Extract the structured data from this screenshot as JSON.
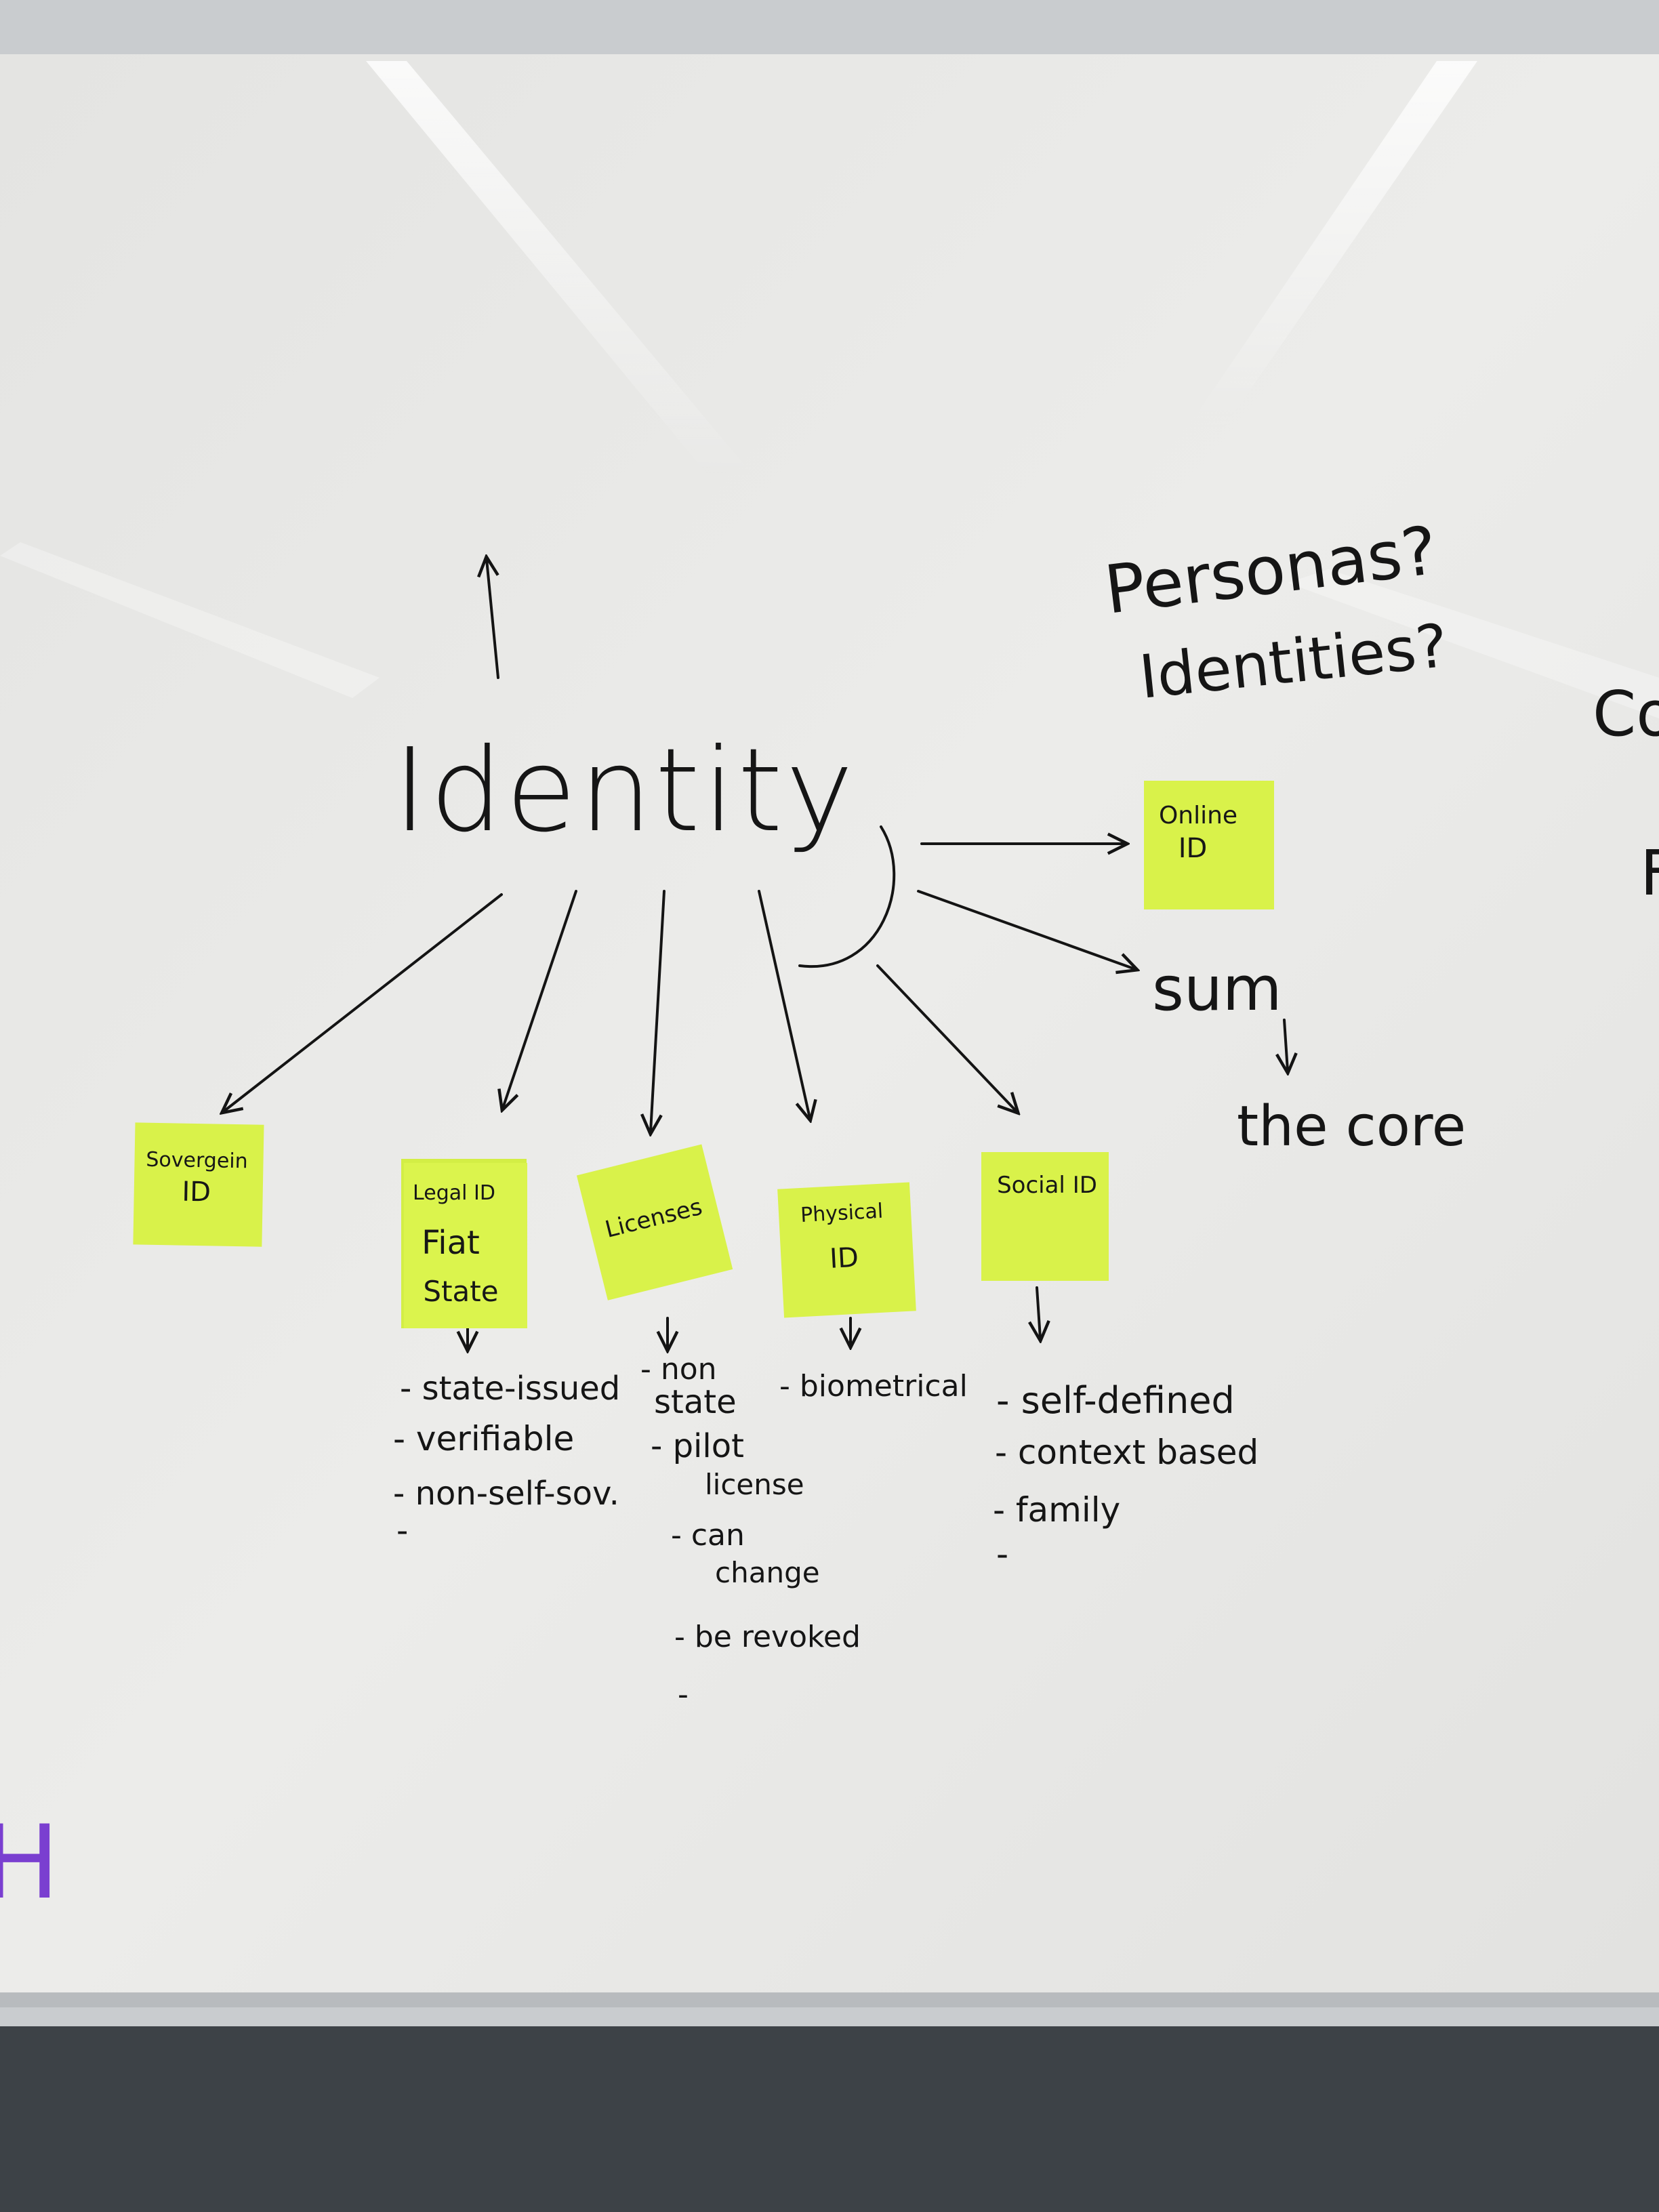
{
  "board": {
    "surface_color": "#ececec",
    "frame_color": "#c9cccf",
    "wall_color": "#3d4247",
    "note_color": "#d9f24a",
    "marker_color": "#141414",
    "accent_marker_color": "#7a3fd0"
  },
  "center": {
    "label": "Identity"
  },
  "side_questions": {
    "line1": "Personas?",
    "line2": "Identities?"
  },
  "right_fragments": {
    "a": "Co",
    "b": "F"
  },
  "left_fragment": "H",
  "sum": {
    "label": "sum",
    "result": "the core"
  },
  "notes": {
    "sovereign": {
      "line1": "Sovergein",
      "line2": "ID"
    },
    "legal": {
      "line1": "Legal ID",
      "line2": "Fiat",
      "line3": "State"
    },
    "licenses": {
      "line1": "Licenses"
    },
    "physical": {
      "line1": "Physical",
      "line2": "ID"
    },
    "social": {
      "line1": "Social ID"
    },
    "online": {
      "line1": "Online",
      "line2": "ID"
    }
  },
  "lists": {
    "legal": [
      "- state-issued",
      "- verifiable",
      "- non-self-sov.",
      "-"
    ],
    "licenses": [
      "- non",
      "state",
      "- pilot",
      "license",
      "- can",
      "change",
      "- be revoked",
      "-"
    ],
    "physical": [
      "- biometrical"
    ],
    "social": [
      "- self-defined",
      "- context based",
      "- family",
      "-"
    ]
  }
}
